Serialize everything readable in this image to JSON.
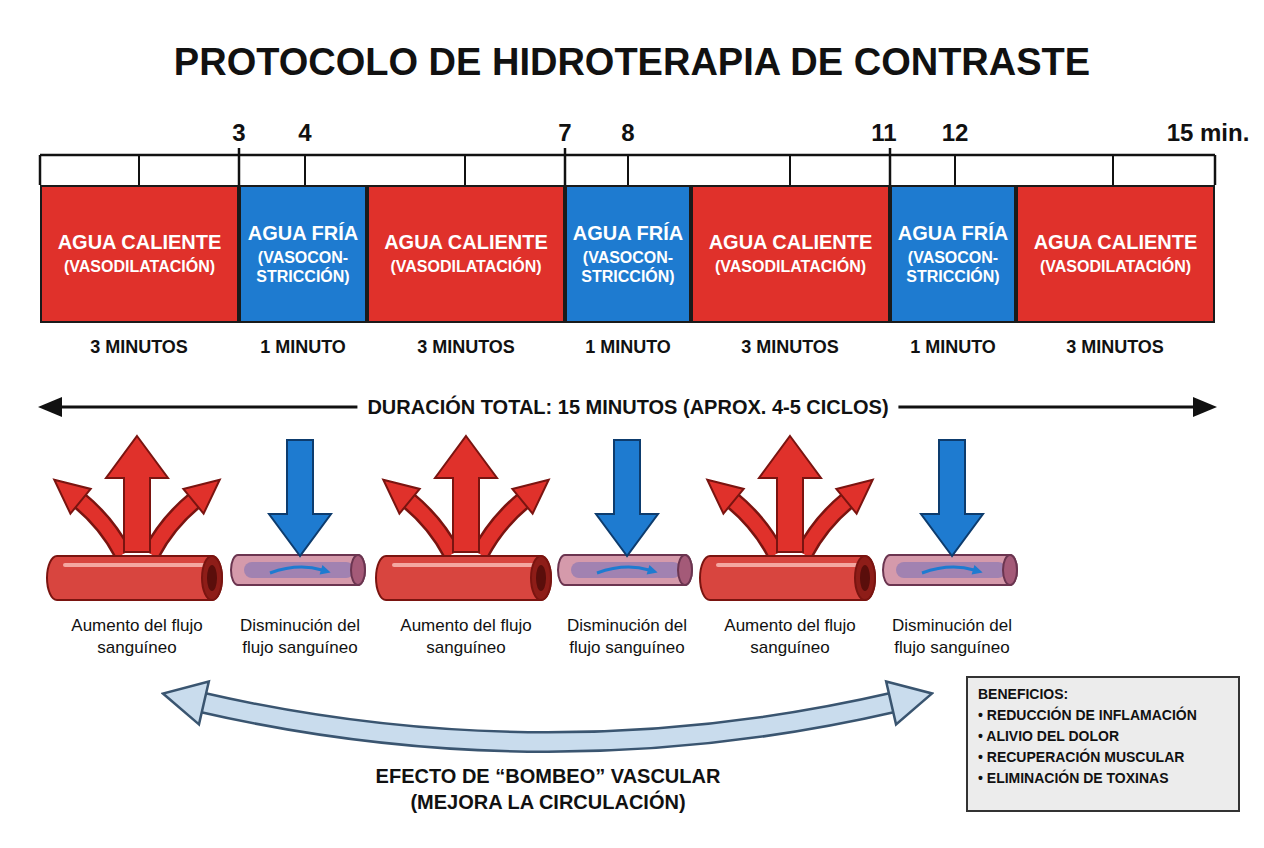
{
  "diagram": {
    "title": "PROTOCOLO DE HIDROTERAPIA DE CONTRASTE",
    "nodes": [
      {
        "text": [
          "AGUA CALIENTE",
          "(VASODILATACIÓN)"
        ]
      },
      {
        "text": [
          "AGUA FRÍA",
          "(VASOCON- STRICCIÓN)"
        ]
      },
      {
        "text": [
          "AGUA CALIENTE",
          "(VASODILATACIÓN)"
        ]
      },
      {
        "text": [
          "AGUA FRÍA",
          "(VASOCON- STRICCIÓN)"
        ]
      },
      {
        "text": [
          "AGUA CALIENTE",
          "(VASODILATACIÓN)"
        ]
      },
      {
        "text": [
          "AGUA FRÍA",
          "(VASOCON- STRICCIÓN)"
        ]
      },
      {
        "text": [
          "AGUA CALIENTE",
          "(VASODILATACIÓN)"
        ]
      },
      {
        "text": [
          "BENEFICIOS:",
          "• REDUCCIÓN DE INFLAMACIÓN",
          "• ALIVIO DEL DOLOR",
          "• RECUPERACIÓN MUSCULAR",
          "• ELIMINACIÓN DE TOXINAS"
        ]
      }
    ],
    "labels": [
      "3",
      "4",
      "7",
      "8",
      "11",
      "12",
      "15 min.",
      "3 MINUTOS",
      "1 MINUTO",
      "3 MINUTOS",
      "1 MINUTO",
      "3 MINUTOS",
      "1 MINUTO",
      "3 MINUTOS",
      "DURACIÓN TOTAL: 15 MINUTOS (APROX. 4-5 CICLOS)",
      "Aumento del flujo sanguíneo",
      "Disminución del flujo sanguíneo",
      "Aumento del flujo sanguíneo",
      "Disminución del flujo sanguíneo",
      "Aumento del flujo sanguíneo",
      "Disminución del flujo sanguíneo",
      "EFECTO DE “BOMBEO” VASCULAR (MEJORA LA CIRCULACIÓN)"
    ]
  }
}
